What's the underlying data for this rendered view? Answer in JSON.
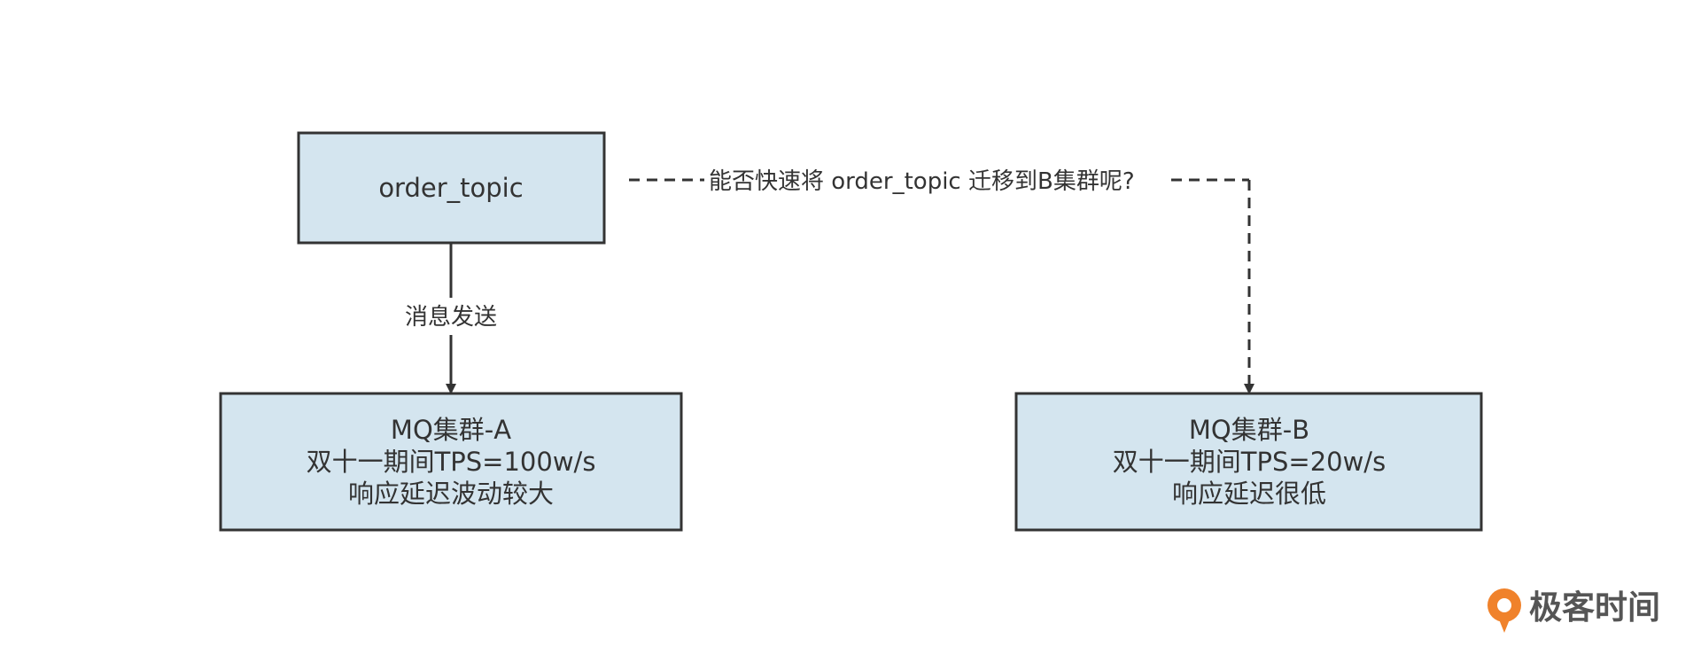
{
  "diagram": {
    "nodes": {
      "topic": {
        "label": "order_topic"
      },
      "cluster_a": {
        "lines": [
          "MQ集群-A",
          "双十一期间TPS=100w/s",
          "响应延迟波动较大"
        ]
      },
      "cluster_b": {
        "lines": [
          "MQ集群-B",
          "双十一期间TPS=20w/s",
          "响应延迟很低"
        ]
      }
    },
    "edges": {
      "send": {
        "label": "消息发送",
        "style": "solid"
      },
      "migrate": {
        "label": "能否快速将 order_topic 迁移到B集群呢?",
        "style": "dashed"
      }
    }
  },
  "brand": {
    "name": "极客时间",
    "icon": "geektime-logo-icon"
  },
  "colors": {
    "box_fill": "#d4e5ef",
    "box_stroke": "#333333",
    "text": "#333333",
    "brand_orange": "#f0822b",
    "brand_text": "#555555"
  }
}
